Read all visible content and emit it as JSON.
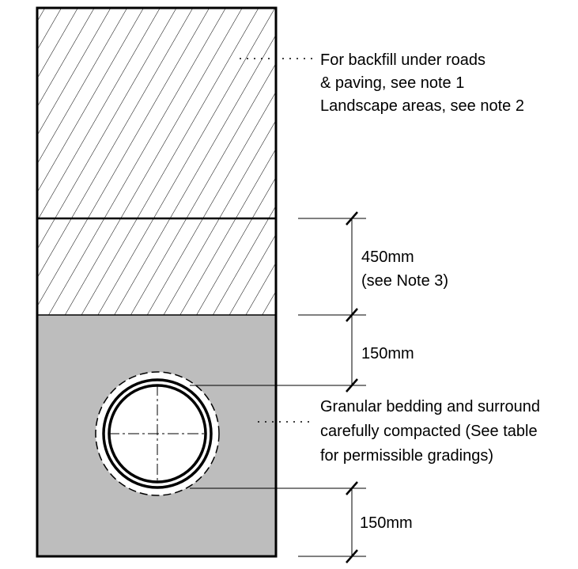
{
  "colors": {
    "background": "#ffffff",
    "line": "#000000",
    "bedding_fill": "#bdbdbd",
    "pipe_fill": "#ffffff"
  },
  "backfill_note": {
    "lines": [
      "For backfill under roads",
      "& paving, see note 1",
      "Landscape areas, see note 2"
    ]
  },
  "dimensions": {
    "cover": {
      "value": "450mm",
      "note": "(see Note 3)"
    },
    "above_pipe": {
      "value": "150mm"
    },
    "below_pipe": {
      "value": "150mm"
    }
  },
  "bedding_note": {
    "lines": [
      "Granular bedding and surround",
      "carefully compacted (See table",
      "for permissible gradings)"
    ]
  }
}
